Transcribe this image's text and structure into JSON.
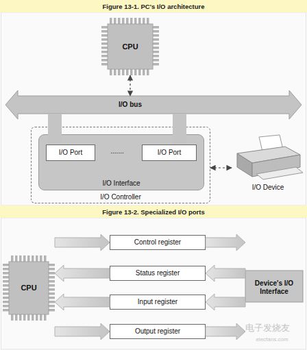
{
  "diagram": {
    "title": "Figure 13-1. PC's I/O architecture",
    "nodes": [
      {
        "text": [
          "CPU"
        ]
      },
      {
        "text": [
          "I/O bus"
        ]
      },
      {
        "text": [
          "I/O Controller"
        ]
      },
      {
        "text": [
          "I/O Interface"
        ],
        "in": 2
      },
      {
        "text": [
          "I/O Port"
        ],
        "in": 3
      },
      {
        "text": [
          "I/O Port"
        ],
        "in": 3
      },
      {
        "text": [
          "I/O Device"
        ]
      },
      {
        "text": [
          "CPU"
        ]
      },
      {
        "text": [
          "Control register"
        ]
      },
      {
        "text": [
          "Status register"
        ]
      },
      {
        "text": [
          "Input register"
        ]
      },
      {
        "text": [
          "Output register"
        ]
      },
      {
        "text": [
          "Device's I/O Interface"
        ]
      }
    ],
    "edges": [
      {
        "from": 0,
        "to": 1,
        "arrow": "both"
      },
      {
        "from": 1,
        "to": 4,
        "arrow": "none"
      },
      {
        "from": 1,
        "to": 5,
        "arrow": "none"
      },
      {
        "from": 2,
        "to": 6,
        "arrow": "both"
      },
      {
        "from": 7,
        "to": 8,
        "arrow": "to"
      },
      {
        "from": 8,
        "to": 12,
        "arrow": "to"
      },
      {
        "from": 12,
        "to": 9,
        "arrow": "to"
      },
      {
        "from": 9,
        "to": 7,
        "arrow": "to"
      },
      {
        "from": 12,
        "to": 10,
        "arrow": "to"
      },
      {
        "from": 10,
        "to": 7,
        "arrow": "to"
      },
      {
        "from": 7,
        "to": 11,
        "arrow": "to"
      },
      {
        "from": 11,
        "to": 12,
        "arrow": "to"
      }
    ],
    "labels": [
      "Figure 13-2. Specialized I/O ports",
      ".......",
      "电子发烧友",
      "elecfans.com"
    ]
  }
}
